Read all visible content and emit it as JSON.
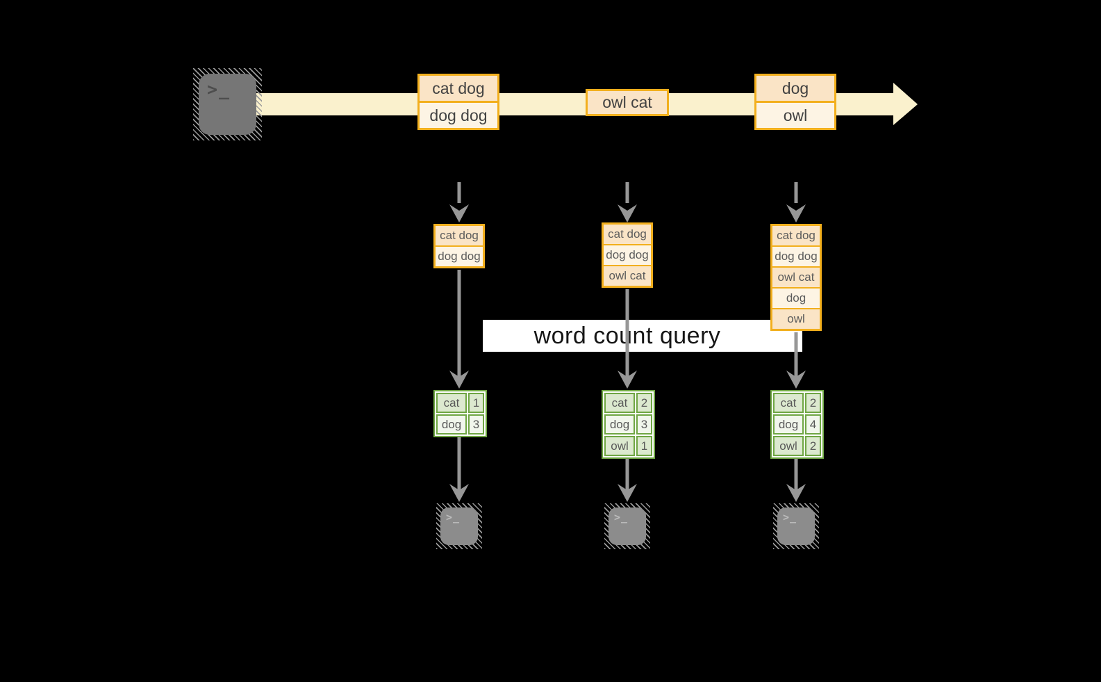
{
  "diagram": {
    "label": "word count query"
  },
  "icons": {
    "terminal_prompt": ">_"
  },
  "colors": {
    "background": "#000000",
    "stream_band": "#FAF1CD",
    "amber_border": "#F2AF1D",
    "amber_cell_dark": "#FAE4C6",
    "amber_cell_light": "#FDF4E4",
    "green_border": "#6FA643",
    "green_cell_dark": "#DCE9CF",
    "green_cell_light": "#F1F6EC",
    "arrow_gray": "#979797",
    "label_bg": "#FFFFFF"
  },
  "stream": {
    "events": [
      {
        "lines": [
          "cat dog",
          "dog dog"
        ]
      },
      {
        "lines": [
          "owl cat"
        ]
      },
      {
        "lines": [
          "dog",
          "owl"
        ]
      }
    ]
  },
  "columns": [
    {
      "input_records": [
        "cat dog",
        "dog dog"
      ],
      "counts": [
        {
          "word": "cat",
          "count": "1"
        },
        {
          "word": "dog",
          "count": "3"
        }
      ]
    },
    {
      "input_records": [
        "cat dog",
        "dog dog",
        "owl cat"
      ],
      "counts": [
        {
          "word": "cat",
          "count": "2"
        },
        {
          "word": "dog",
          "count": "3"
        },
        {
          "word": "owl",
          "count": "1"
        }
      ]
    },
    {
      "input_records": [
        "cat dog",
        "dog dog",
        "owl cat",
        "dog",
        "owl"
      ],
      "counts": [
        {
          "word": "cat",
          "count": "2"
        },
        {
          "word": "dog",
          "count": "4"
        },
        {
          "word": "owl",
          "count": "2"
        }
      ]
    }
  ]
}
